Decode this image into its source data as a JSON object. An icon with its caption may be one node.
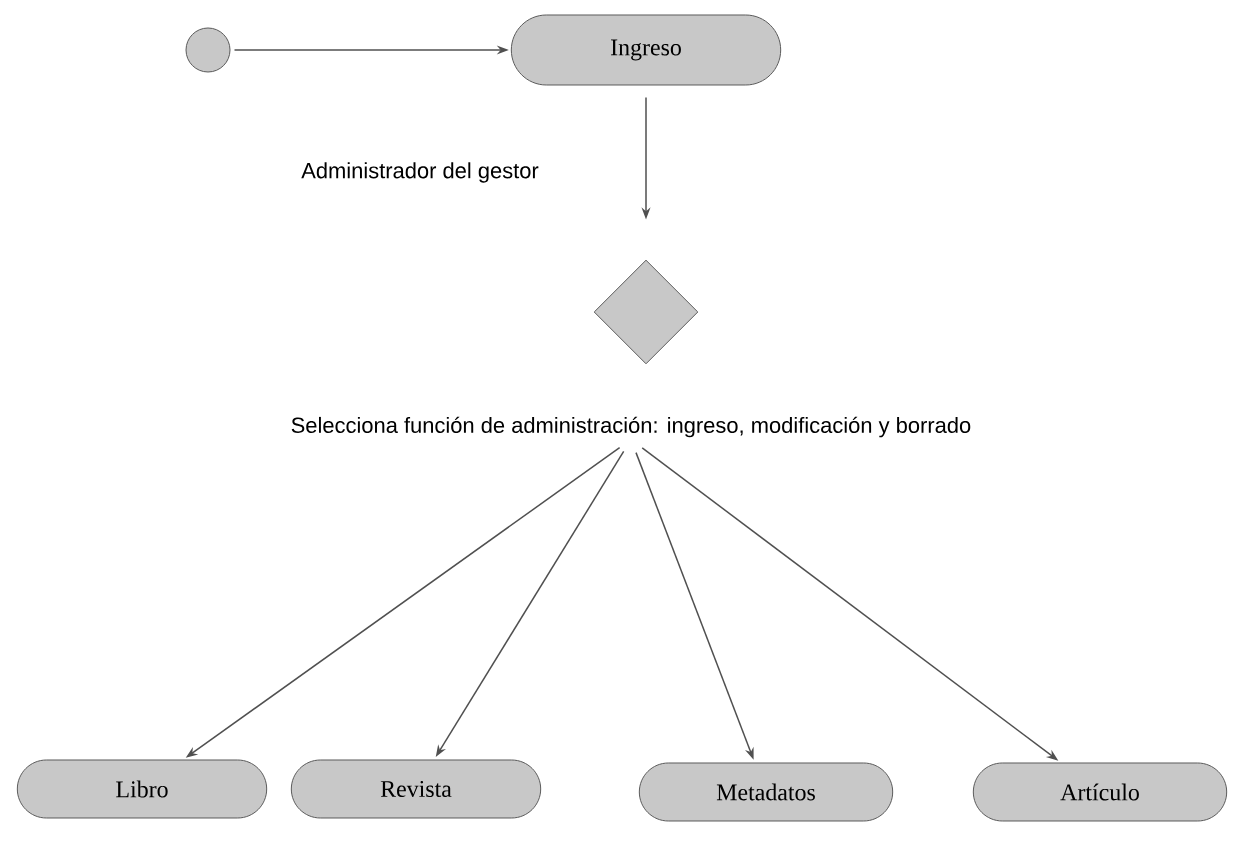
{
  "diagram": {
    "nodes": [
      {
        "text": [],
        "shape": "circle"
      },
      {
        "text": [
          "Ingreso"
        ]
      },
      {
        "text": [],
        "shape": "diamond"
      },
      {
        "text": [
          "Selecciona función  de administración: ingreso, modificación y borrado"
        ]
      },
      {
        "text": [
          "Libro"
        ]
      },
      {
        "text": [
          "Revista"
        ]
      },
      {
        "text": [
          "Metadatos"
        ]
      },
      {
        "text": [
          "Artículo"
        ]
      }
    ],
    "edges": [
      {
        "from": 0,
        "to": 1,
        "arrow": "to"
      },
      {
        "from": 1,
        "to": 2,
        "arrow": "to",
        "label": "Administrador del gestor"
      },
      {
        "from": 3,
        "to": 4,
        "arrow": "to"
      },
      {
        "from": 3,
        "to": 5,
        "arrow": "to"
      },
      {
        "from": 3,
        "to": 6,
        "arrow": "to"
      },
      {
        "from": 3,
        "to": 7,
        "arrow": "to"
      }
    ]
  }
}
